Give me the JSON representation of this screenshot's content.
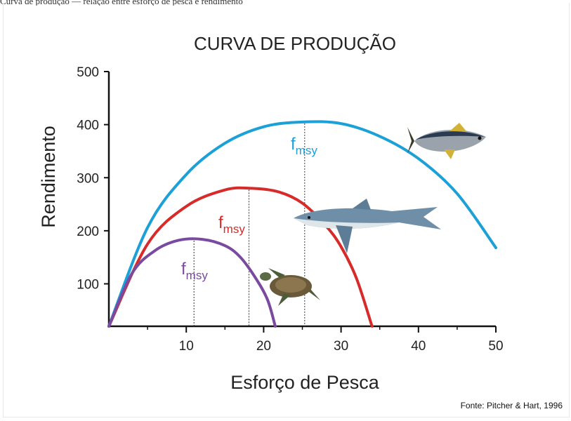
{
  "top_caption": "Curva de produção — relação entre esforço de pesca e rendimento",
  "chart_data": {
    "type": "line",
    "title": "CURVA DE PRODUÇÃO",
    "xlabel": "Esforço de Pesca",
    "ylabel": "Rendimento",
    "xlim": [
      0,
      50
    ],
    "ylim": [
      20,
      500
    ],
    "x_ticks": [
      10,
      20,
      30,
      40,
      50
    ],
    "y_ticks": [
      100,
      200,
      300,
      400,
      500
    ],
    "grid": false,
    "series": [
      {
        "animal": "tuna",
        "color": "#1ba0d8",
        "points": [
          [
            0,
            20
          ],
          [
            5,
            206
          ],
          [
            10,
            306
          ],
          [
            15,
            365
          ],
          [
            20,
            396
          ],
          [
            25,
            405
          ],
          [
            30,
            402
          ],
          [
            35,
            378
          ],
          [
            40,
            336
          ],
          [
            45,
            270
          ],
          [
            50,
            168
          ]
        ],
        "fmsy_x": 25.3,
        "fmsy_y": 405,
        "label_main": "f",
        "label_sub": "msy"
      },
      {
        "animal": "shark",
        "color": "#d72b2a",
        "points": [
          [
            0,
            20
          ],
          [
            5,
            175
          ],
          [
            10,
            246
          ],
          [
            15,
            277
          ],
          [
            18.5,
            280
          ],
          [
            22,
            273
          ],
          [
            25,
            252
          ],
          [
            28,
            210
          ],
          [
            30,
            170
          ],
          [
            32,
            110
          ],
          [
            34,
            20
          ]
        ],
        "fmsy_x": 18.1,
        "fmsy_y": 280,
        "label_main": "f",
        "label_sub": "msy"
      },
      {
        "animal": "turtle",
        "color": "#7a4aa0",
        "points": [
          [
            0,
            20
          ],
          [
            3,
            120
          ],
          [
            6,
            163
          ],
          [
            9,
            182
          ],
          [
            12,
            184
          ],
          [
            15,
            172
          ],
          [
            17,
            150
          ],
          [
            19,
            110
          ],
          [
            20.5,
            70
          ],
          [
            21.5,
            20
          ]
        ],
        "fmsy_x": 11.0,
        "fmsy_y": 184,
        "label_main": "f",
        "label_sub": "msy"
      }
    ],
    "source": "Fonte: Pitcher & Hart, 1996"
  }
}
